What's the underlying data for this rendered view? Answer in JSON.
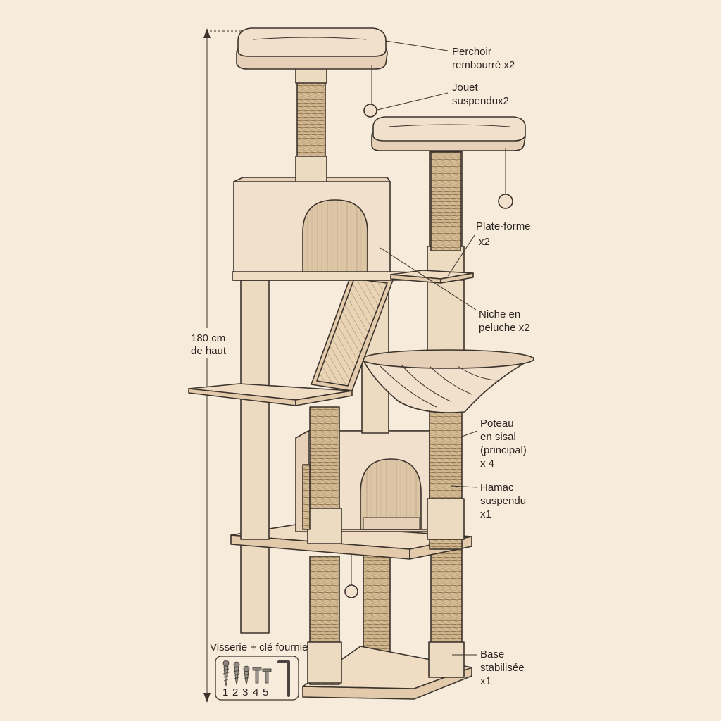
{
  "colors": {
    "background": "#f7ecdc",
    "plush": "#f1e0cb",
    "sisal": "#d8bf98",
    "ink": "#3b332c"
  },
  "height_label": {
    "line1": "180 cm",
    "line2": "de haut"
  },
  "callouts": {
    "perch": {
      "line1": "Perchoir",
      "line2": "rembourré x2"
    },
    "toy": {
      "line1": "Jouet",
      "line2": "suspendux2"
    },
    "platform": {
      "line1": "Plate-forme",
      "line2": "x2"
    },
    "condo": {
      "line1": "Niche en",
      "line2": "peluche x2"
    },
    "sisal_post": {
      "line1": "Poteau",
      "line2": "en sisal",
      "line3": "(principal)",
      "line4": "x 4"
    },
    "hammock": {
      "line1": "Hamac",
      "line2": "suspendu",
      "line3": "x1"
    },
    "base": {
      "line1": "Base",
      "line2": "stabilisée",
      "line3": "x1"
    }
  },
  "hardware": {
    "title": "Visserie + clé fournie",
    "numbers": [
      "1",
      "2",
      "3",
      "4",
      "5"
    ]
  }
}
